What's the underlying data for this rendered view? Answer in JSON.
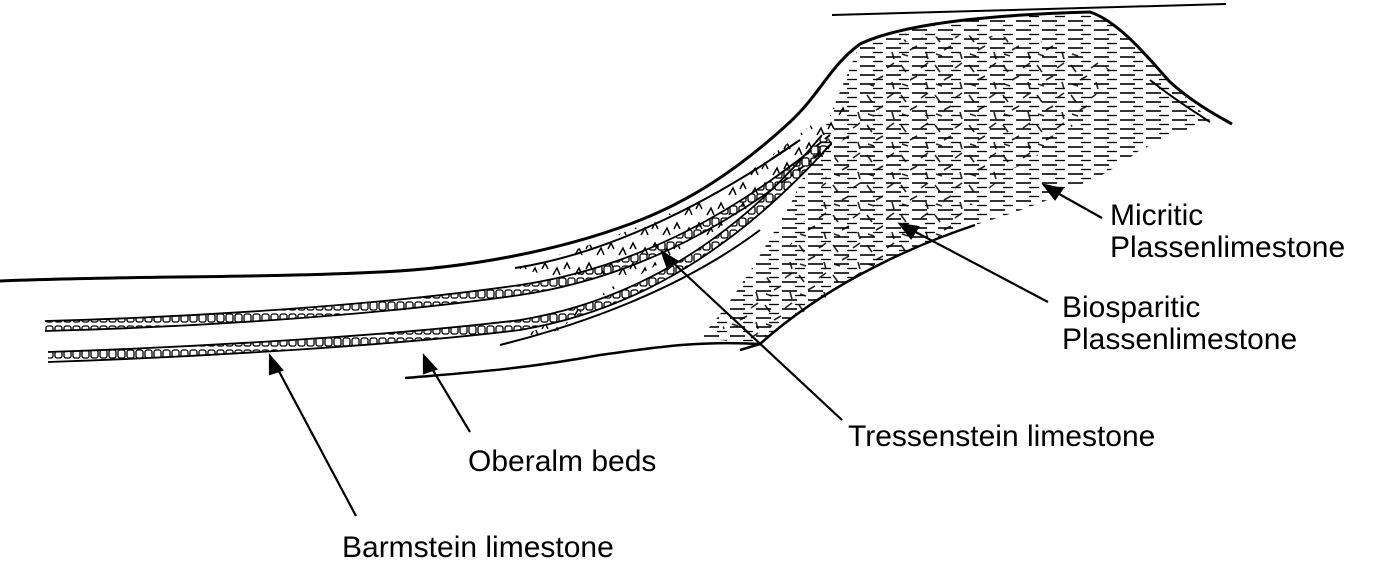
{
  "labels": {
    "micritic": [
      "Micritic",
      "Plassenlimestone"
    ],
    "biosparitic": [
      "Biosparitic",
      "Plassenlimestone"
    ],
    "tressenstein": "Tressenstein limestone",
    "oberalm": "Oberalm beds",
    "barmstein": "Barmstein limestone"
  },
  "colors": {
    "ink": "#000000",
    "paper": "#ffffff"
  }
}
